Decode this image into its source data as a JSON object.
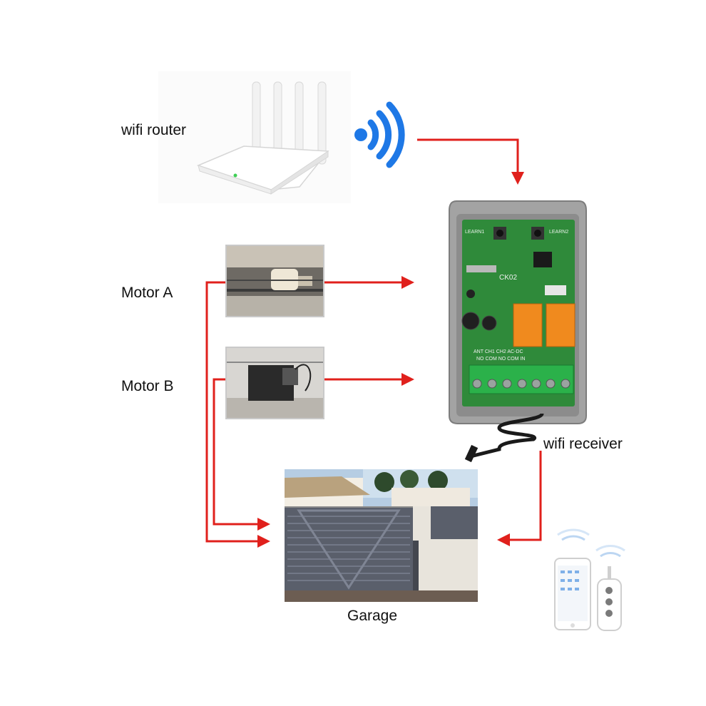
{
  "labels": {
    "router": "wifi router",
    "motor_a": "Motor A",
    "motor_b": "Motor B",
    "receiver": "wifi receiver",
    "garage": "Garage"
  },
  "receiver_board": {
    "learn1": "LEARN1",
    "learn2": "LEARN2",
    "model": "CK02",
    "terminals": "ANT   CH1   CH2   AC-DC",
    "terminal_sub": "NO COM  NO COM  IN"
  },
  "colors": {
    "arrow": "#e0201c",
    "signal": "#1e78e6",
    "pcb": "#2f8a3a",
    "relay": "#f08a1e",
    "terminal": "#2bb14a",
    "housing": "#9a9a9a",
    "gate": "#5a5f6b"
  },
  "icons": [
    "wifi-signal-icon",
    "smartphone-icon",
    "remote-control-icon"
  ]
}
